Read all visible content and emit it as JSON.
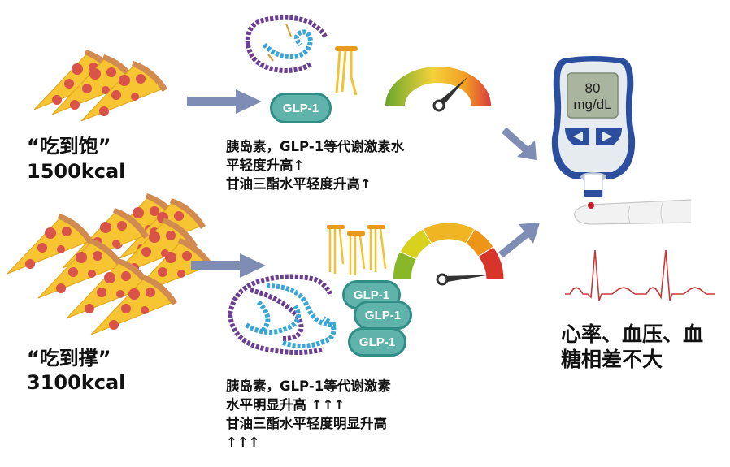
{
  "scenario_normal": {
    "title": "“吃到饱”",
    "calories": "1500kcal",
    "hormone_badge": "GLP-1",
    "description_lines": [
      "胰岛素，GLP-1等代谢激素水",
      "平轻度升高↑",
      "甘油三酯水平轻度升高↑"
    ],
    "gauge_level": 0.75
  },
  "scenario_overeat": {
    "title": "“吃到撑”",
    "calories": "3100kcal",
    "hormone_badges": [
      "GLP-1",
      "GLP-1",
      "GLP-1"
    ],
    "description_lines": [
      "胰岛素，GLP-1等代谢激素",
      "水平明显升高 ↑↑↑",
      "甘油三酯水平轻度明显升高",
      "↑↑↑"
    ],
    "gauge_level": 0.97
  },
  "glucose_meter": {
    "value": "80",
    "unit": "mg/dL"
  },
  "outcome": {
    "lines": [
      "心率、血压、血",
      "糖相差不大"
    ]
  },
  "colors": {
    "arrow": "#7f8db5",
    "glp_fill": "#5fb3aa",
    "glp_border": "#2f8f86",
    "ecg": "#c9383a",
    "meter_blue": "#2b4f9e",
    "meter_screen": "#a9b59f"
  }
}
